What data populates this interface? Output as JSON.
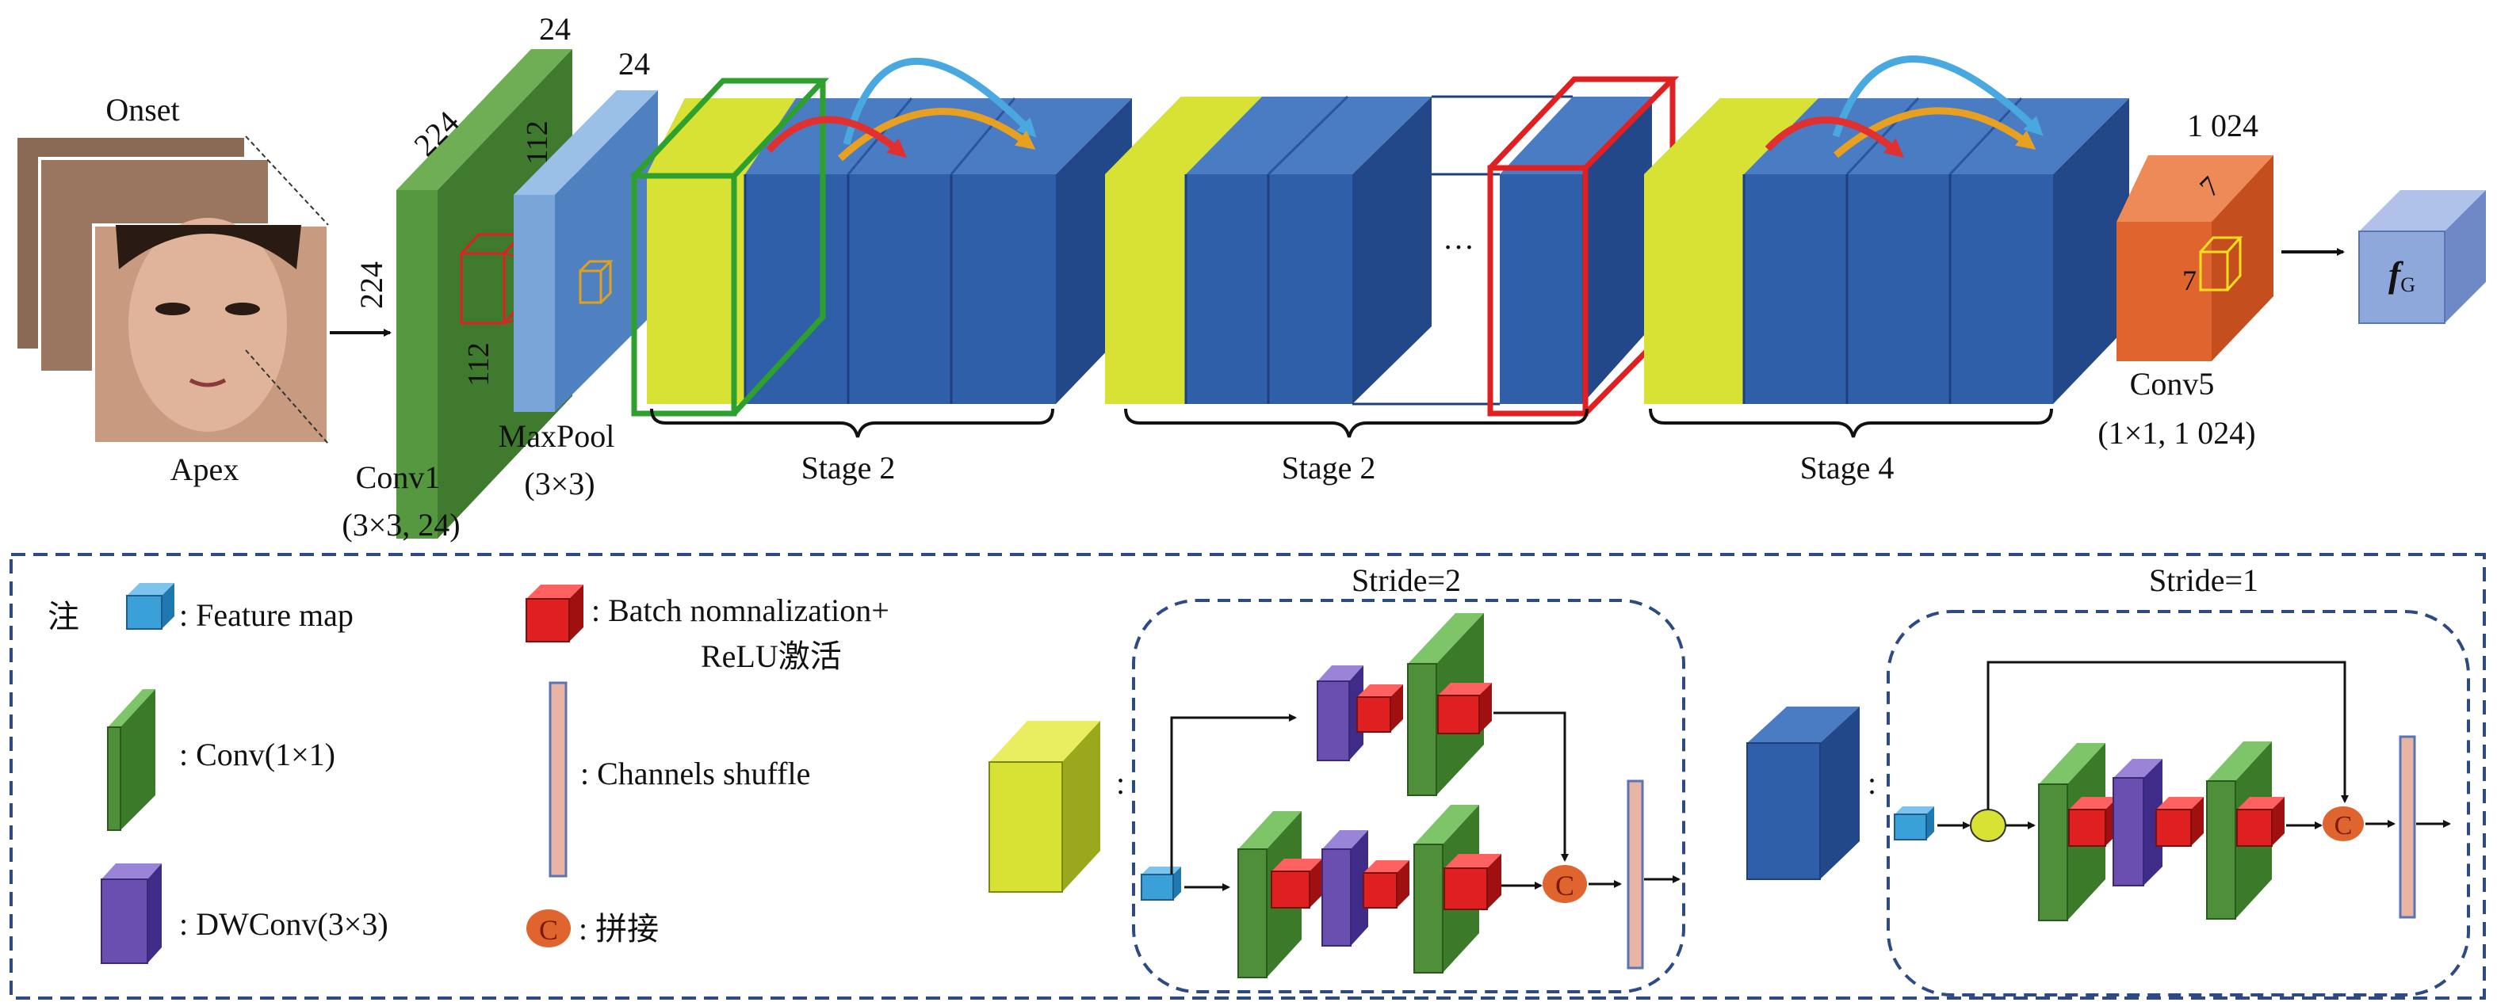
{
  "top": {
    "input": {
      "onset_label": "Onset",
      "apex_label": "Apex"
    },
    "conv1": {
      "name": "Conv1",
      "params": "(3×3, 24)",
      "channels": "24",
      "width": "224",
      "height": "224",
      "out_width": "112",
      "out_height": "112"
    },
    "maxpool": {
      "name": "MaxPool",
      "params": "(3×3)",
      "channels": "24"
    },
    "stages": [
      {
        "label": "Stage 2"
      },
      {
        "label": "Stage 2"
      },
      {
        "label": "Stage 4"
      }
    ],
    "ellipsis": "…",
    "conv5": {
      "name": "Conv5",
      "params": "(1×1, 1 024)",
      "channels": "1 024",
      "kernel_a": "7",
      "kernel_b": "7"
    },
    "output": {
      "symbol": "f",
      "subscript": "G"
    }
  },
  "legend": {
    "note": "注",
    "items": {
      "feature_map": ": Feature map",
      "bn_relu_line1": ": Batch nomnalization+",
      "bn_relu_line2": "ReLU激活",
      "conv1x1": ": Conv(1×1)",
      "shuffle": ": Channels shuffle",
      "dwconv": ": DWConv(3×3)",
      "concat_symbol": "C",
      "concat": ": 拼接"
    },
    "stride2": {
      "title": "Stride=2",
      "colon": ":",
      "concat_symbol": "C"
    },
    "stride1": {
      "title": "Stride=1",
      "colon": ":",
      "concat_symbol": "C"
    }
  },
  "colors": {
    "conv_green": "#4f8f3a",
    "block_blue": "#2f5fa8",
    "block_blue_side": "#23488a",
    "block_blue_top": "#4a7cc4",
    "yellow": "#d7e234",
    "red": "#e02020",
    "purple": "#6a4fb0",
    "orange": "#e0642e",
    "feature_blue": "#3aa0d8",
    "maxpool_blue": "#6a98d0",
    "output_blue": "#8fa8dc",
    "shuffle_pink": "#e8b4a4",
    "dash_navy": "#2e4a85",
    "arrow_blue": "#4aa8e0",
    "arrow_orange": "#e8a020",
    "arrow_red": "#e03030",
    "highlight_green": "#2ea02e"
  }
}
